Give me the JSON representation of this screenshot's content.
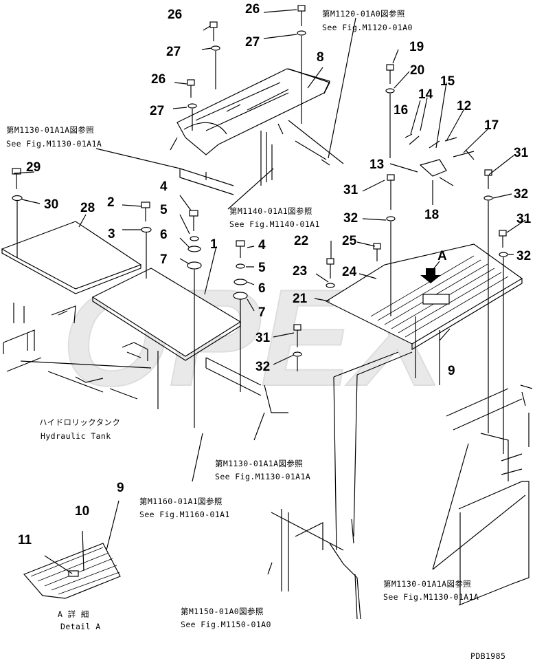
{
  "watermark": "OPEX",
  "watermark_color": "#d8d8d8",
  "part_numbers": {
    "p1": "1",
    "p2": "2",
    "p3": "3",
    "p4a": "4",
    "p4b": "4",
    "p5a": "5",
    "p5b": "5",
    "p6a": "6",
    "p6b": "6",
    "p7a": "7",
    "p7b": "7",
    "p8": "8",
    "p9a": "9",
    "p9b": "9",
    "p10": "10",
    "p11": "11",
    "p12": "12",
    "p13": "13",
    "p14": "14",
    "p15": "15",
    "p16": "16",
    "p17": "17",
    "p18": "18",
    "p19": "19",
    "p20": "20",
    "p21": "21",
    "p22": "22",
    "p23": "23",
    "p24": "24",
    "p25": "25",
    "p26a": "26",
    "p26b": "26",
    "p26c": "26",
    "p27a": "27",
    "p27b": "27",
    "p27c": "27",
    "p28": "28",
    "p29": "29",
    "p30": "30",
    "p31a": "31",
    "p31b": "31",
    "p31c": "31",
    "p31d": "31",
    "p32a": "32",
    "p32b": "32",
    "p32c": "32",
    "p32d": "32",
    "arrowA": "A"
  },
  "references": {
    "m1120_jp": "第M1120-01A0図参照",
    "m1120_en": "See Fig.M1120-01A0",
    "m1130a_jp": "第M1130-01A1A図参照",
    "m1130a_en": "See Fig.M1130-01A1A",
    "m1140_jp": "第M1140-01A1図参照",
    "m1140_en": "See Fig.M1140-01A1",
    "m1130b_jp": "第M1130-01A1A図参照",
    "m1130b_en": "See Fig.M1130-01A1A",
    "m1160_jp": "第M1160-01A1図参照",
    "m1160_en": "See Fig.M1160-01A1",
    "m1150_jp": "第M1150-01A0図参照",
    "m1150_en": "See Fig.M1150-01A0",
    "m1130c_jp": "第M1130-01A1A図参照",
    "m1130c_en": "See Fig.M1130-01A1A"
  },
  "labels": {
    "hydraulic_jp": "ハイドロリックタンク",
    "hydraulic_en": "Hydraulic Tank",
    "detail_jp": "A 詳 細",
    "detail_en": "Detail A",
    "page_code": "PDB1985"
  }
}
